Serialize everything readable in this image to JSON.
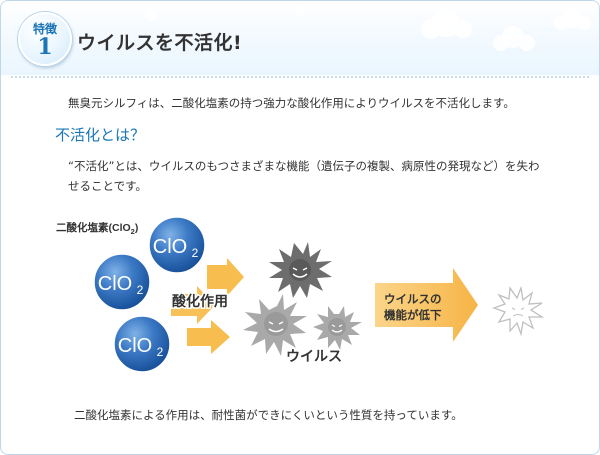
{
  "header": {
    "badge_word": "特徴",
    "badge_number": "1",
    "title": "ウイルスを不活化!"
  },
  "intro_text": "無臭元シルフィは、二酸化塩素の持つ強力な酸化作用によりウイルスを不活化します。",
  "subheading": "不活化とは？",
  "definition_text": "“不活化”とは、ウイルスのもつさまざまな機能（遺伝子の複製、病原性の発現など）を失わせることです。",
  "diagram": {
    "substance_label": "二酸化塩素(ClO",
    "substance_label_sub": "2",
    "substance_label_end": ")",
    "molecule_text": "ClO",
    "molecule_sub": "2",
    "oxidation_label": "酸化作用",
    "virus_label": "ウイルス",
    "result_line1": "ウイルスの",
    "result_line2": "機能が低下"
  },
  "footer_text": "二酸化塩素による作用は、耐性菌ができにくいという性質を持っています。",
  "colors": {
    "accent_blue": "#1a77b8",
    "molecule_blue": "#1f5fae",
    "arrow_orange": "#f7bd4f",
    "virus_gray": "#6d6d6d"
  }
}
